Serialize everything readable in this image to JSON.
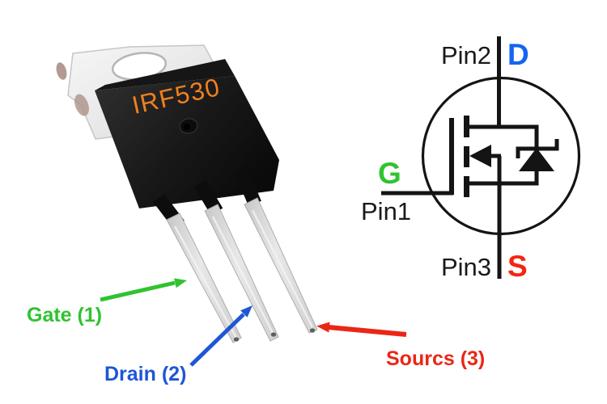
{
  "photo": {
    "part_number": "IRF530",
    "labels": {
      "gate": "Gate (1)",
      "drain": "Drain (2)",
      "source": "Sourcs (3)"
    }
  },
  "schematic": {
    "drain_pin": "Pin2",
    "drain_terminal": "D",
    "gate_pin": "Pin1",
    "gate_terminal": "G",
    "source_pin": "Pin3",
    "source_terminal": "S"
  },
  "colors": {
    "gate_green": "#2fc32f",
    "drain_blue_label": "#1e56d6",
    "drain_blue_terminal": "#1266f0",
    "source_red_label": "#ea2715",
    "source_red_terminal": "#f42511",
    "part_number_orange": "#f2801c",
    "line_black": "#141414"
  }
}
